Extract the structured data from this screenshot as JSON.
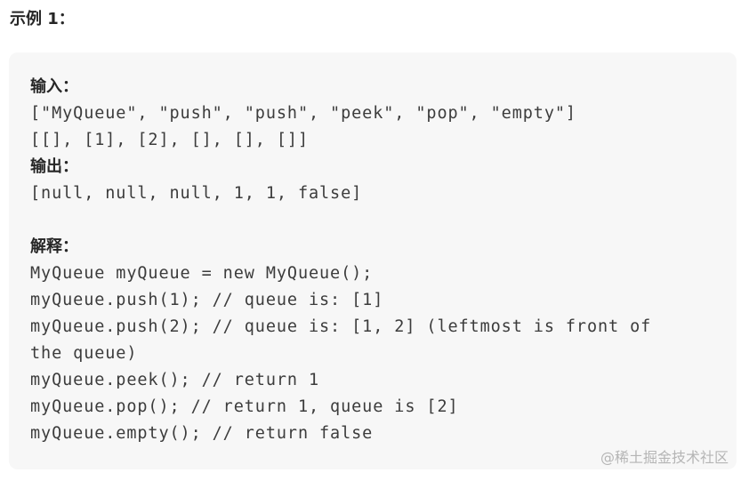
{
  "heading": "示例 1：",
  "example": {
    "input_label": "输入：",
    "input_line_1": "[\"MyQueue\", \"push\", \"push\", \"peek\", \"pop\", \"empty\"]",
    "input_line_2": "[[], [1], [2], [], [], []]",
    "output_label": "输出：",
    "output_line": "[null, null, null, 1, 1, false]",
    "explanation_label": "解释：",
    "explanation_lines": [
      "MyQueue myQueue = new MyQueue();",
      "myQueue.push(1); // queue is: [1]",
      "myQueue.push(2); // queue is: [1, 2] (leftmost is front of",
      "the queue)",
      "myQueue.peek(); // return 1",
      "myQueue.pop(); // return 1, queue is [2]",
      "myQueue.empty(); // return false"
    ]
  },
  "watermark": "@稀土掘金技术社区"
}
